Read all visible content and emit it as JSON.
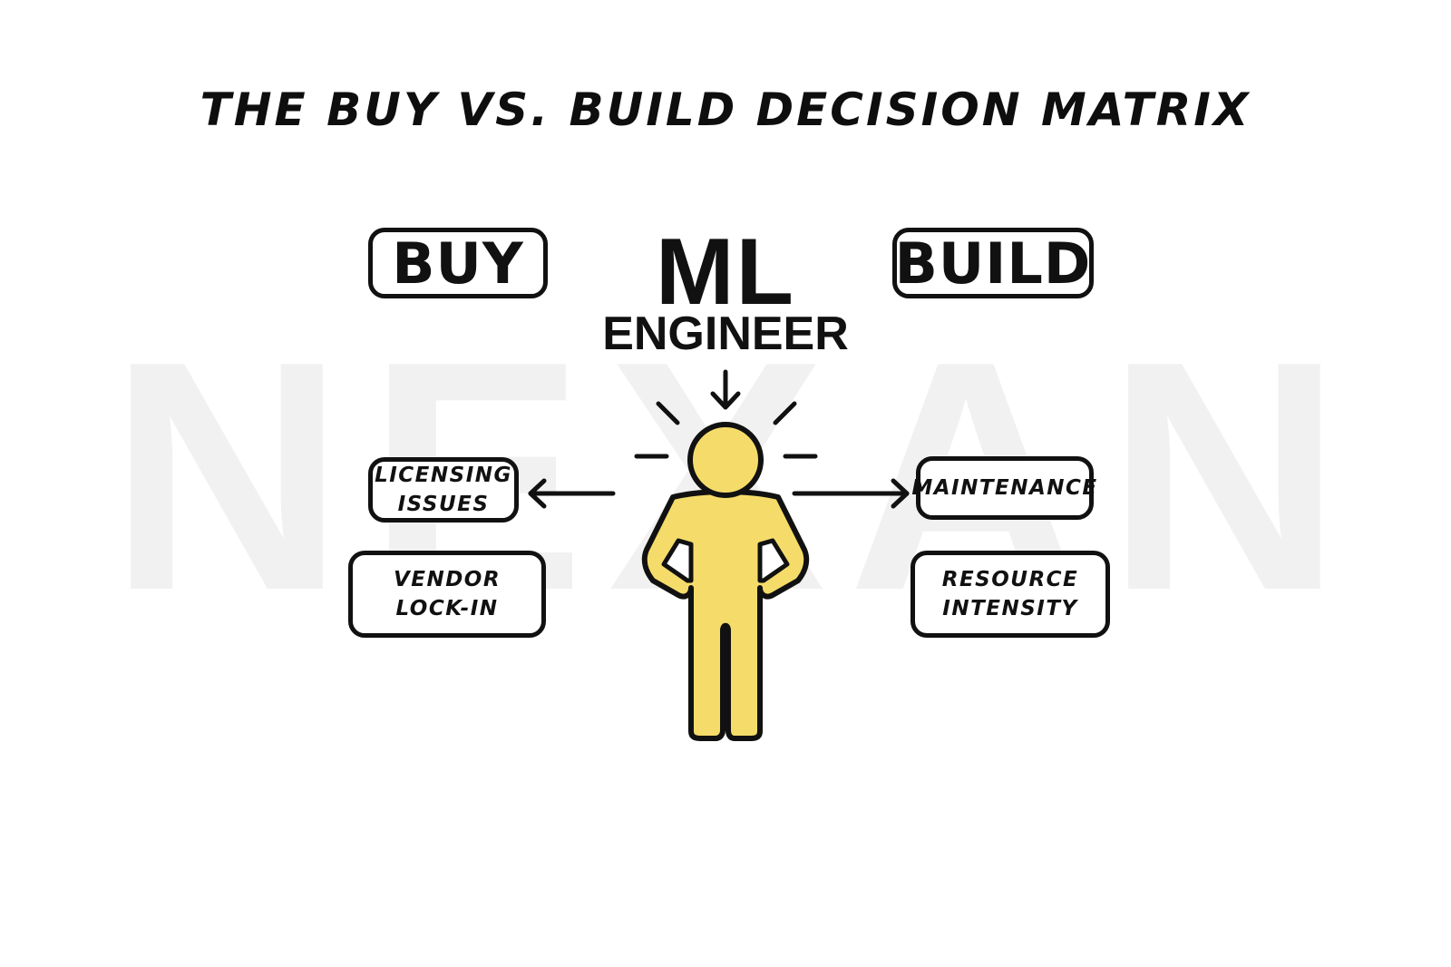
{
  "title": "THE BUY VS. BUILD DECISION MATRIX",
  "watermark": "NEXAN",
  "center": {
    "line1": "ML",
    "line2": "ENGINEER",
    "figure_color": "#F5DC6A"
  },
  "left": {
    "header": "BUY",
    "items": [
      "LICENSING\nISSUES",
      "VENDOR\nLOCK-IN"
    ]
  },
  "right": {
    "header": "BUILD",
    "items": [
      "MAINTENANCE",
      "RESOURCE\nINTENSITY"
    ]
  }
}
